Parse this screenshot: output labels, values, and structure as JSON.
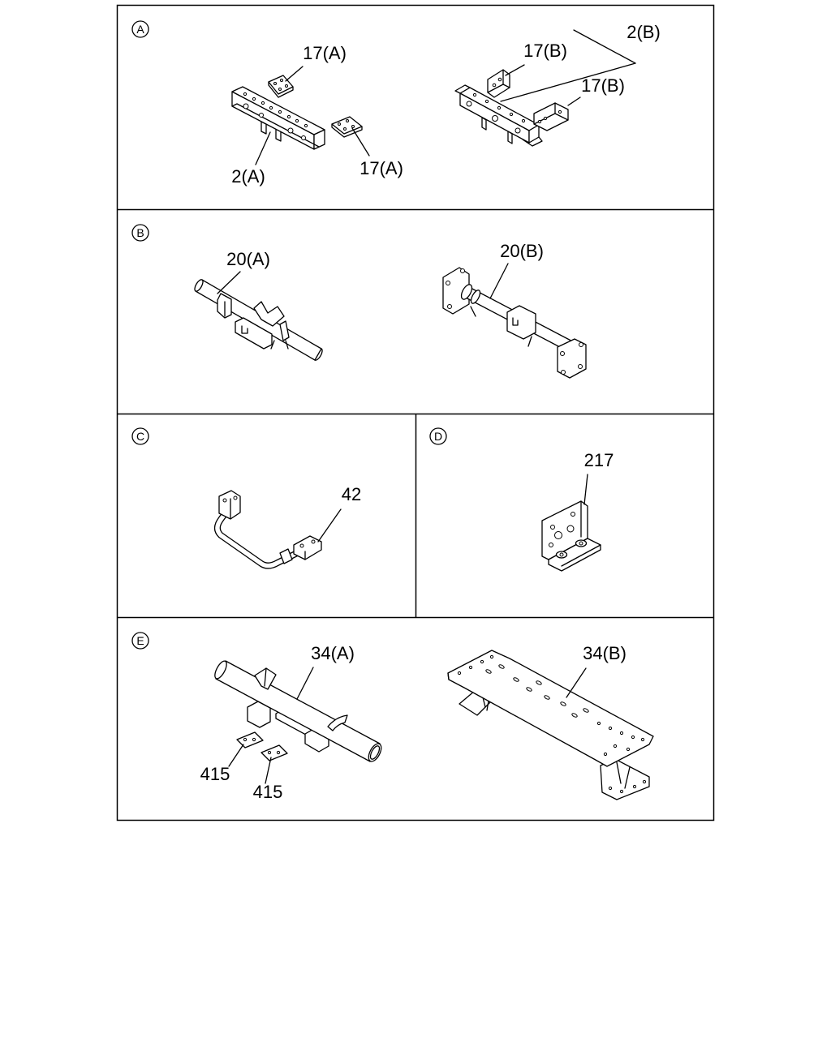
{
  "sections": {
    "a": {
      "letter": "A",
      "labels": {
        "part_17a_upper": "17(A)",
        "part_17a_lower": "17(A)",
        "part_2a": "2(A)",
        "part_17b_upper": "17(B)",
        "part_2b": "2(B)",
        "part_17b_lower": "17(B)"
      }
    },
    "b": {
      "letter": "B",
      "labels": {
        "part_20a": "20(A)",
        "part_20b": "20(B)"
      }
    },
    "c": {
      "letter": "C",
      "labels": {
        "part_42": "42"
      }
    },
    "d": {
      "letter": "D",
      "labels": {
        "part_217": "217"
      }
    },
    "e": {
      "letter": "E",
      "labels": {
        "part_34a": "34(A)",
        "part_34b": "34(B)",
        "part_415_upper": "415",
        "part_415_lower": "415"
      }
    }
  }
}
